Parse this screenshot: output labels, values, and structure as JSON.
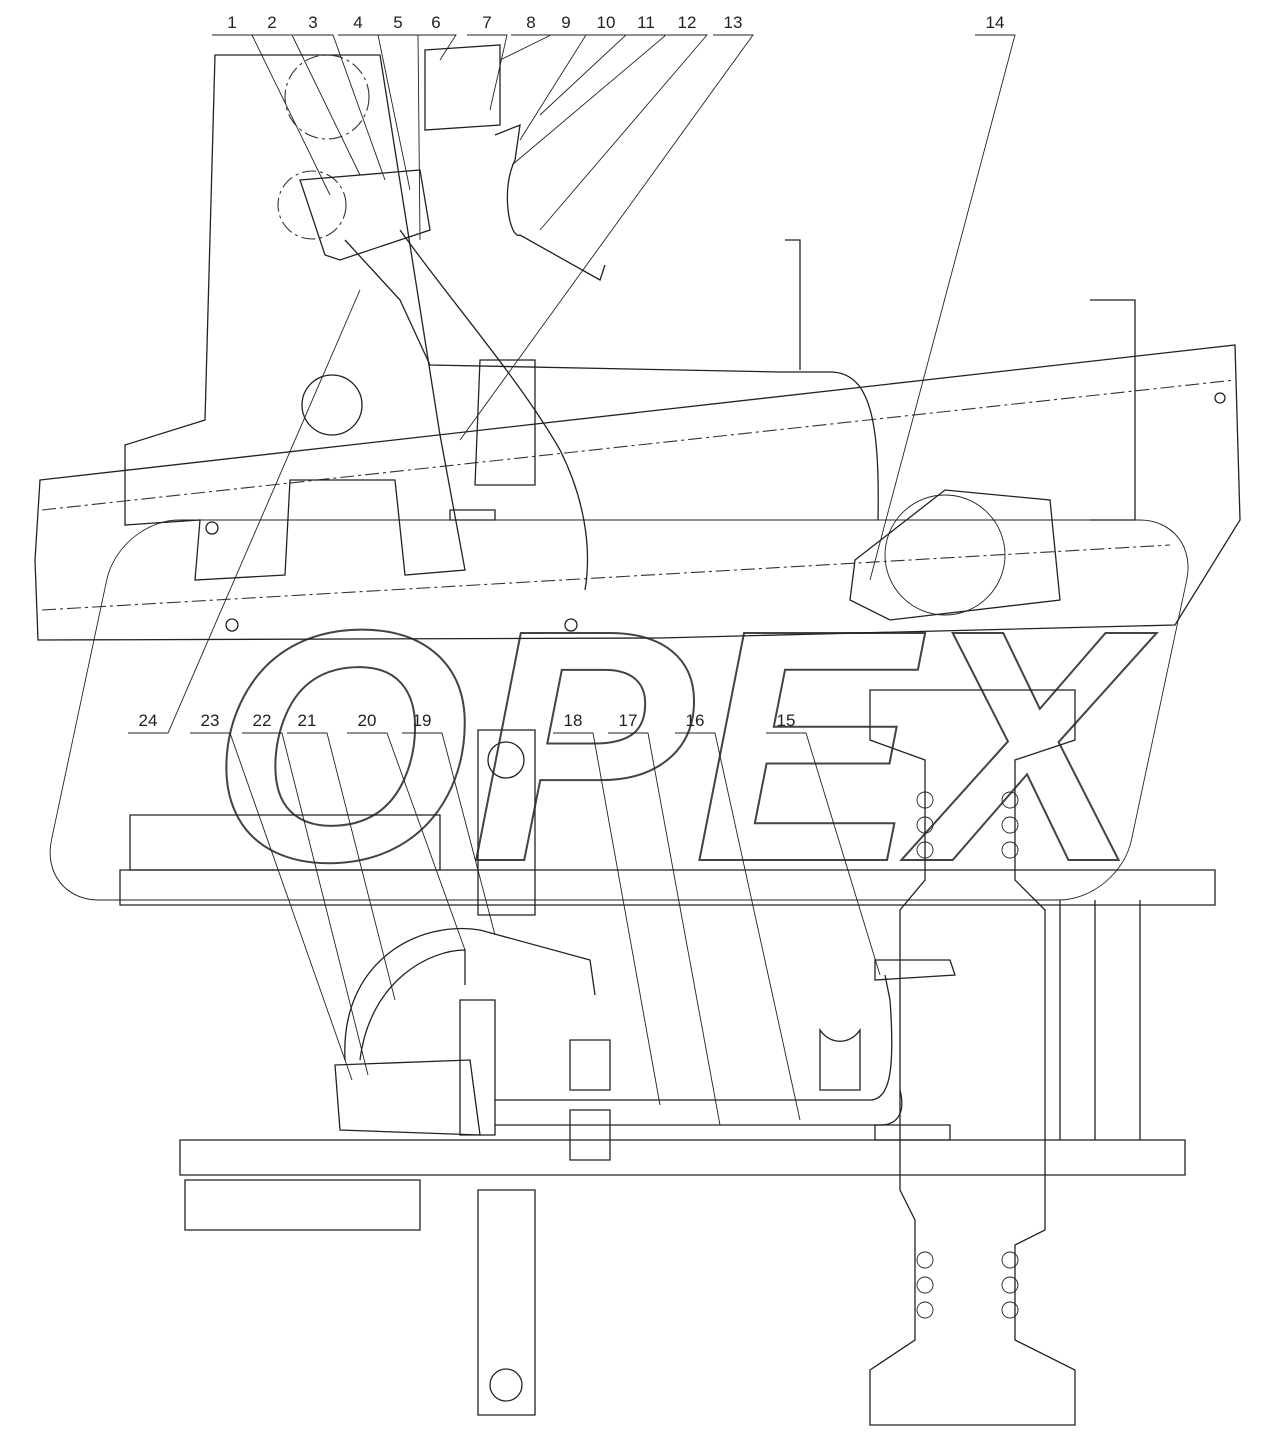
{
  "diagram": {
    "watermark_logo": "OPEX",
    "top_labels": [
      "1",
      "2",
      "3",
      "4",
      "5",
      "6",
      "7",
      "8",
      "9",
      "10",
      "11",
      "12",
      "13",
      "14"
    ],
    "bottom_labels": [
      "24",
      "23",
      "22",
      "21",
      "20",
      "19",
      "18",
      "17",
      "16",
      "15"
    ],
    "line_color": "#222222"
  }
}
